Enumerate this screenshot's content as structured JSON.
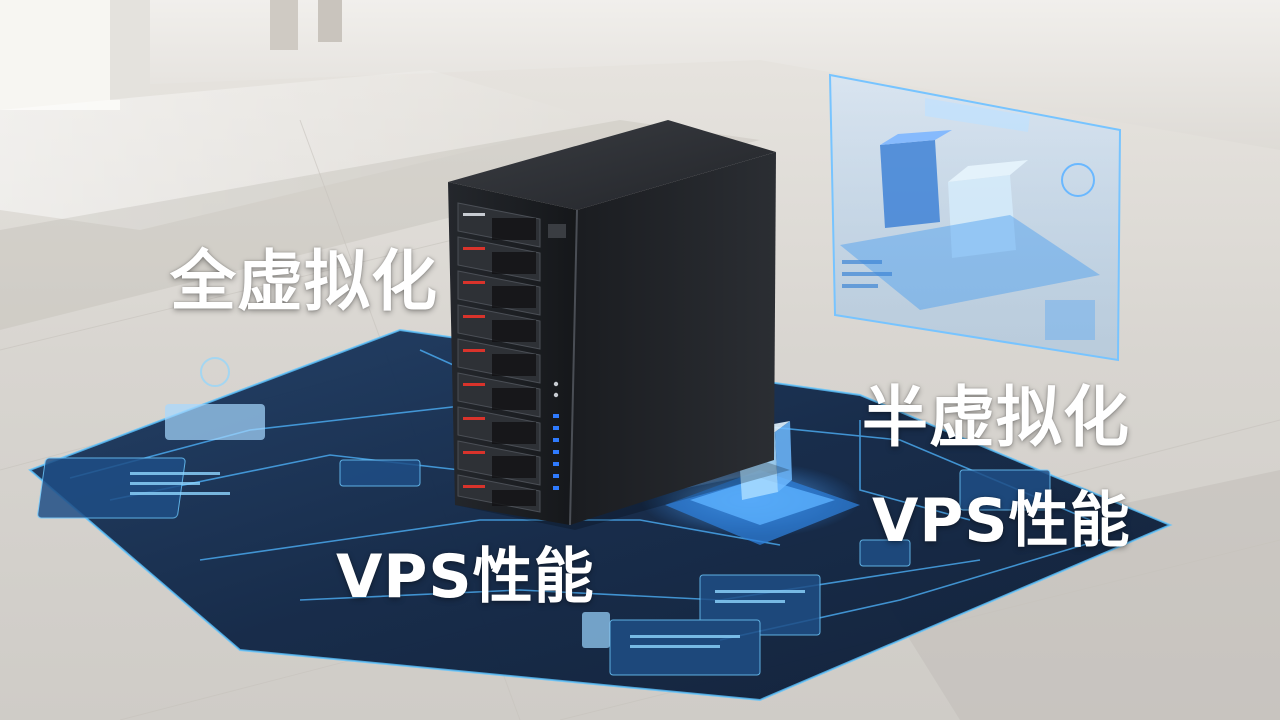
{
  "captions": {
    "full_virtualization": "全虚拟化",
    "vps_performance_left": "VPS性能",
    "para_virtualization": "半虚拟化",
    "vps_performance_right": "VPS性能"
  },
  "colors": {
    "caption_text": "#ffffff",
    "floor": "#d9d6d1",
    "hologram_blue": "#3aa6ff",
    "mat_dark": "#0c1d33",
    "server_body": "#1b1d21",
    "drive_led_red": "#d9332b",
    "status_led_blue": "#2f7bff"
  }
}
